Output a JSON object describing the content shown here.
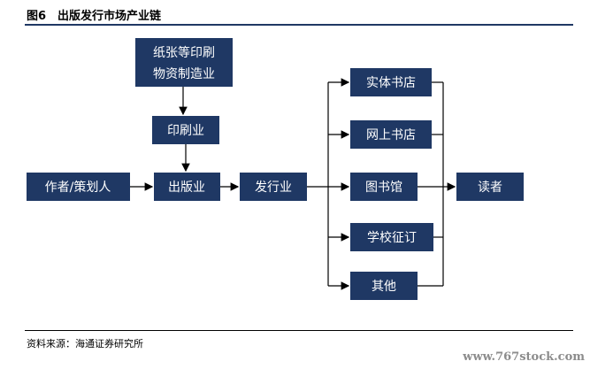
{
  "title": "图6　出版发行市场产业链",
  "source": "资料来源：海通证券研究所",
  "watermark": "www.767stock.com",
  "nodes": {
    "paper_printing_materials": [
      "纸张等印刷",
      "物资制造业"
    ],
    "printing": "印刷业",
    "author": "作者/策划人",
    "publishing": "出版业",
    "distribution": "发行业",
    "physical_bookstore": "实体书店",
    "online_bookstore": "网上书店",
    "library": "图书馆",
    "school_orders": "学校征订",
    "other": "其他",
    "reader": "读者"
  },
  "colors": {
    "box": "#1f3864",
    "text": "#ffffff",
    "line": "#000000"
  }
}
